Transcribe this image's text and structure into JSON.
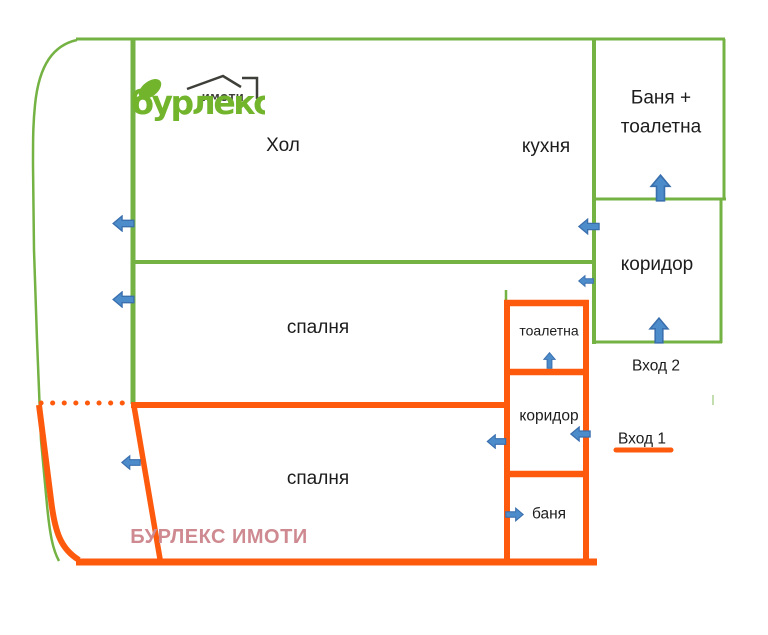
{
  "colors": {
    "wall-green": "#74b243",
    "wall-orange": "#fe5a0d",
    "arrow-fill": "#4d8cca",
    "arrow-stroke": "#3a6fae",
    "label": "#1c1c1c",
    "watermark": "#ce8a90",
    "logo-green": "#72b52c",
    "logo-dark": "#3f3f3a",
    "artifact-green": "#a9d18e"
  },
  "logo": {
    "name": "бурлекс",
    "tagline": "ИМОТИ"
  },
  "watermark": "БУРЛЕКС ИМОТИ",
  "rooms": {
    "hall": "Хол",
    "kitchen": "кухня",
    "bath_toilet": "Баня +\nтоалетна",
    "corridor_main": "коридор",
    "bedroom1": "спалня",
    "bedroom2": "спалня",
    "toilet": "тоалетна",
    "corridor_small": "коридор",
    "bath": "баня"
  },
  "entrances": {
    "entrance1": "Вход 1",
    "entrance2": "Вход 2"
  }
}
